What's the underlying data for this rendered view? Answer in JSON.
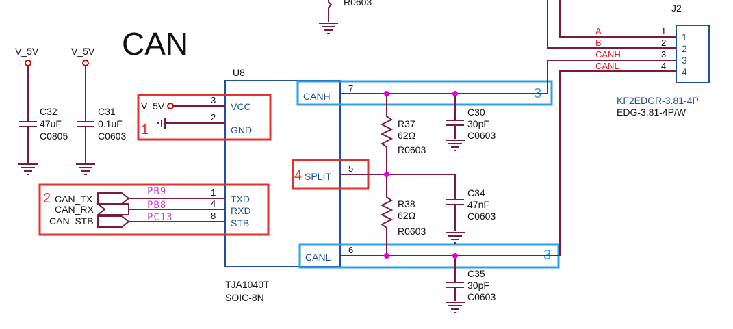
{
  "title": "CAN",
  "power": {
    "label_left": "V_5V",
    "label_right": "V_5V",
    "u8_vcc_label": "V_5V"
  },
  "capacitors": {
    "c32": {
      "ref": "C32",
      "value": "47uF",
      "package": "C0805"
    },
    "c31": {
      "ref": "C31",
      "value": "0.1uF",
      "package": "C0603"
    },
    "c30": {
      "ref": "C30",
      "value": "30pF",
      "package": "C0603"
    },
    "c34": {
      "ref": "C34",
      "value": "47nF",
      "package": "C0603"
    },
    "c35": {
      "ref": "C35",
      "value": "30pF",
      "package": "C0603"
    }
  },
  "resistors": {
    "top_package": "R0603",
    "r37": {
      "ref": "R37",
      "value": "62Ω",
      "package": "R0603"
    },
    "r38": {
      "ref": "R38",
      "value": "62Ω",
      "package": "R0603"
    }
  },
  "u8": {
    "ref": "U8",
    "part": "TJA1040T",
    "package": "SOIC-8N",
    "pins": {
      "vcc": {
        "num": "3",
        "name": "VCC"
      },
      "gnd": {
        "num": "2",
        "name": "GND"
      },
      "txd": {
        "num": "1",
        "name": "TXD"
      },
      "rxd": {
        "num": "4",
        "name": "RXD"
      },
      "stb": {
        "num": "8",
        "name": "STB"
      },
      "canh": {
        "num": "7",
        "name": "CANH"
      },
      "split": {
        "num": "5",
        "name": "SPLIT"
      },
      "canl": {
        "num": "6",
        "name": "CANL"
      }
    }
  },
  "ports": {
    "can_tx": "CAN_TX",
    "can_rx": "CAN_RX",
    "can_stb": "CAN_STB"
  },
  "mcu_nets": {
    "txd": "PB9",
    "rxd": "PB8",
    "stb": "PC13"
  },
  "j2": {
    "ref": "J2",
    "part": "KF2EDGR-3.81-4P",
    "package": "EDG-3.81-4P/W",
    "pins": [
      "1",
      "2",
      "3",
      "4"
    ],
    "net_pin_numbers": [
      "1",
      "2",
      "3",
      "4"
    ],
    "nets": [
      "A",
      "B",
      "CANH",
      "CANL"
    ]
  },
  "annotations": {
    "a1": "1",
    "a2": "2",
    "a3_top": "3",
    "a3_bottom": "3",
    "a4": "4"
  },
  "colors": {
    "wire": "#7a1a3e",
    "ic_outline": "#1f4f9e",
    "power": "#d00000",
    "junction": "#e000e0",
    "red_highlight": "#e53030",
    "blue_highlight": "#2aa0e8"
  }
}
